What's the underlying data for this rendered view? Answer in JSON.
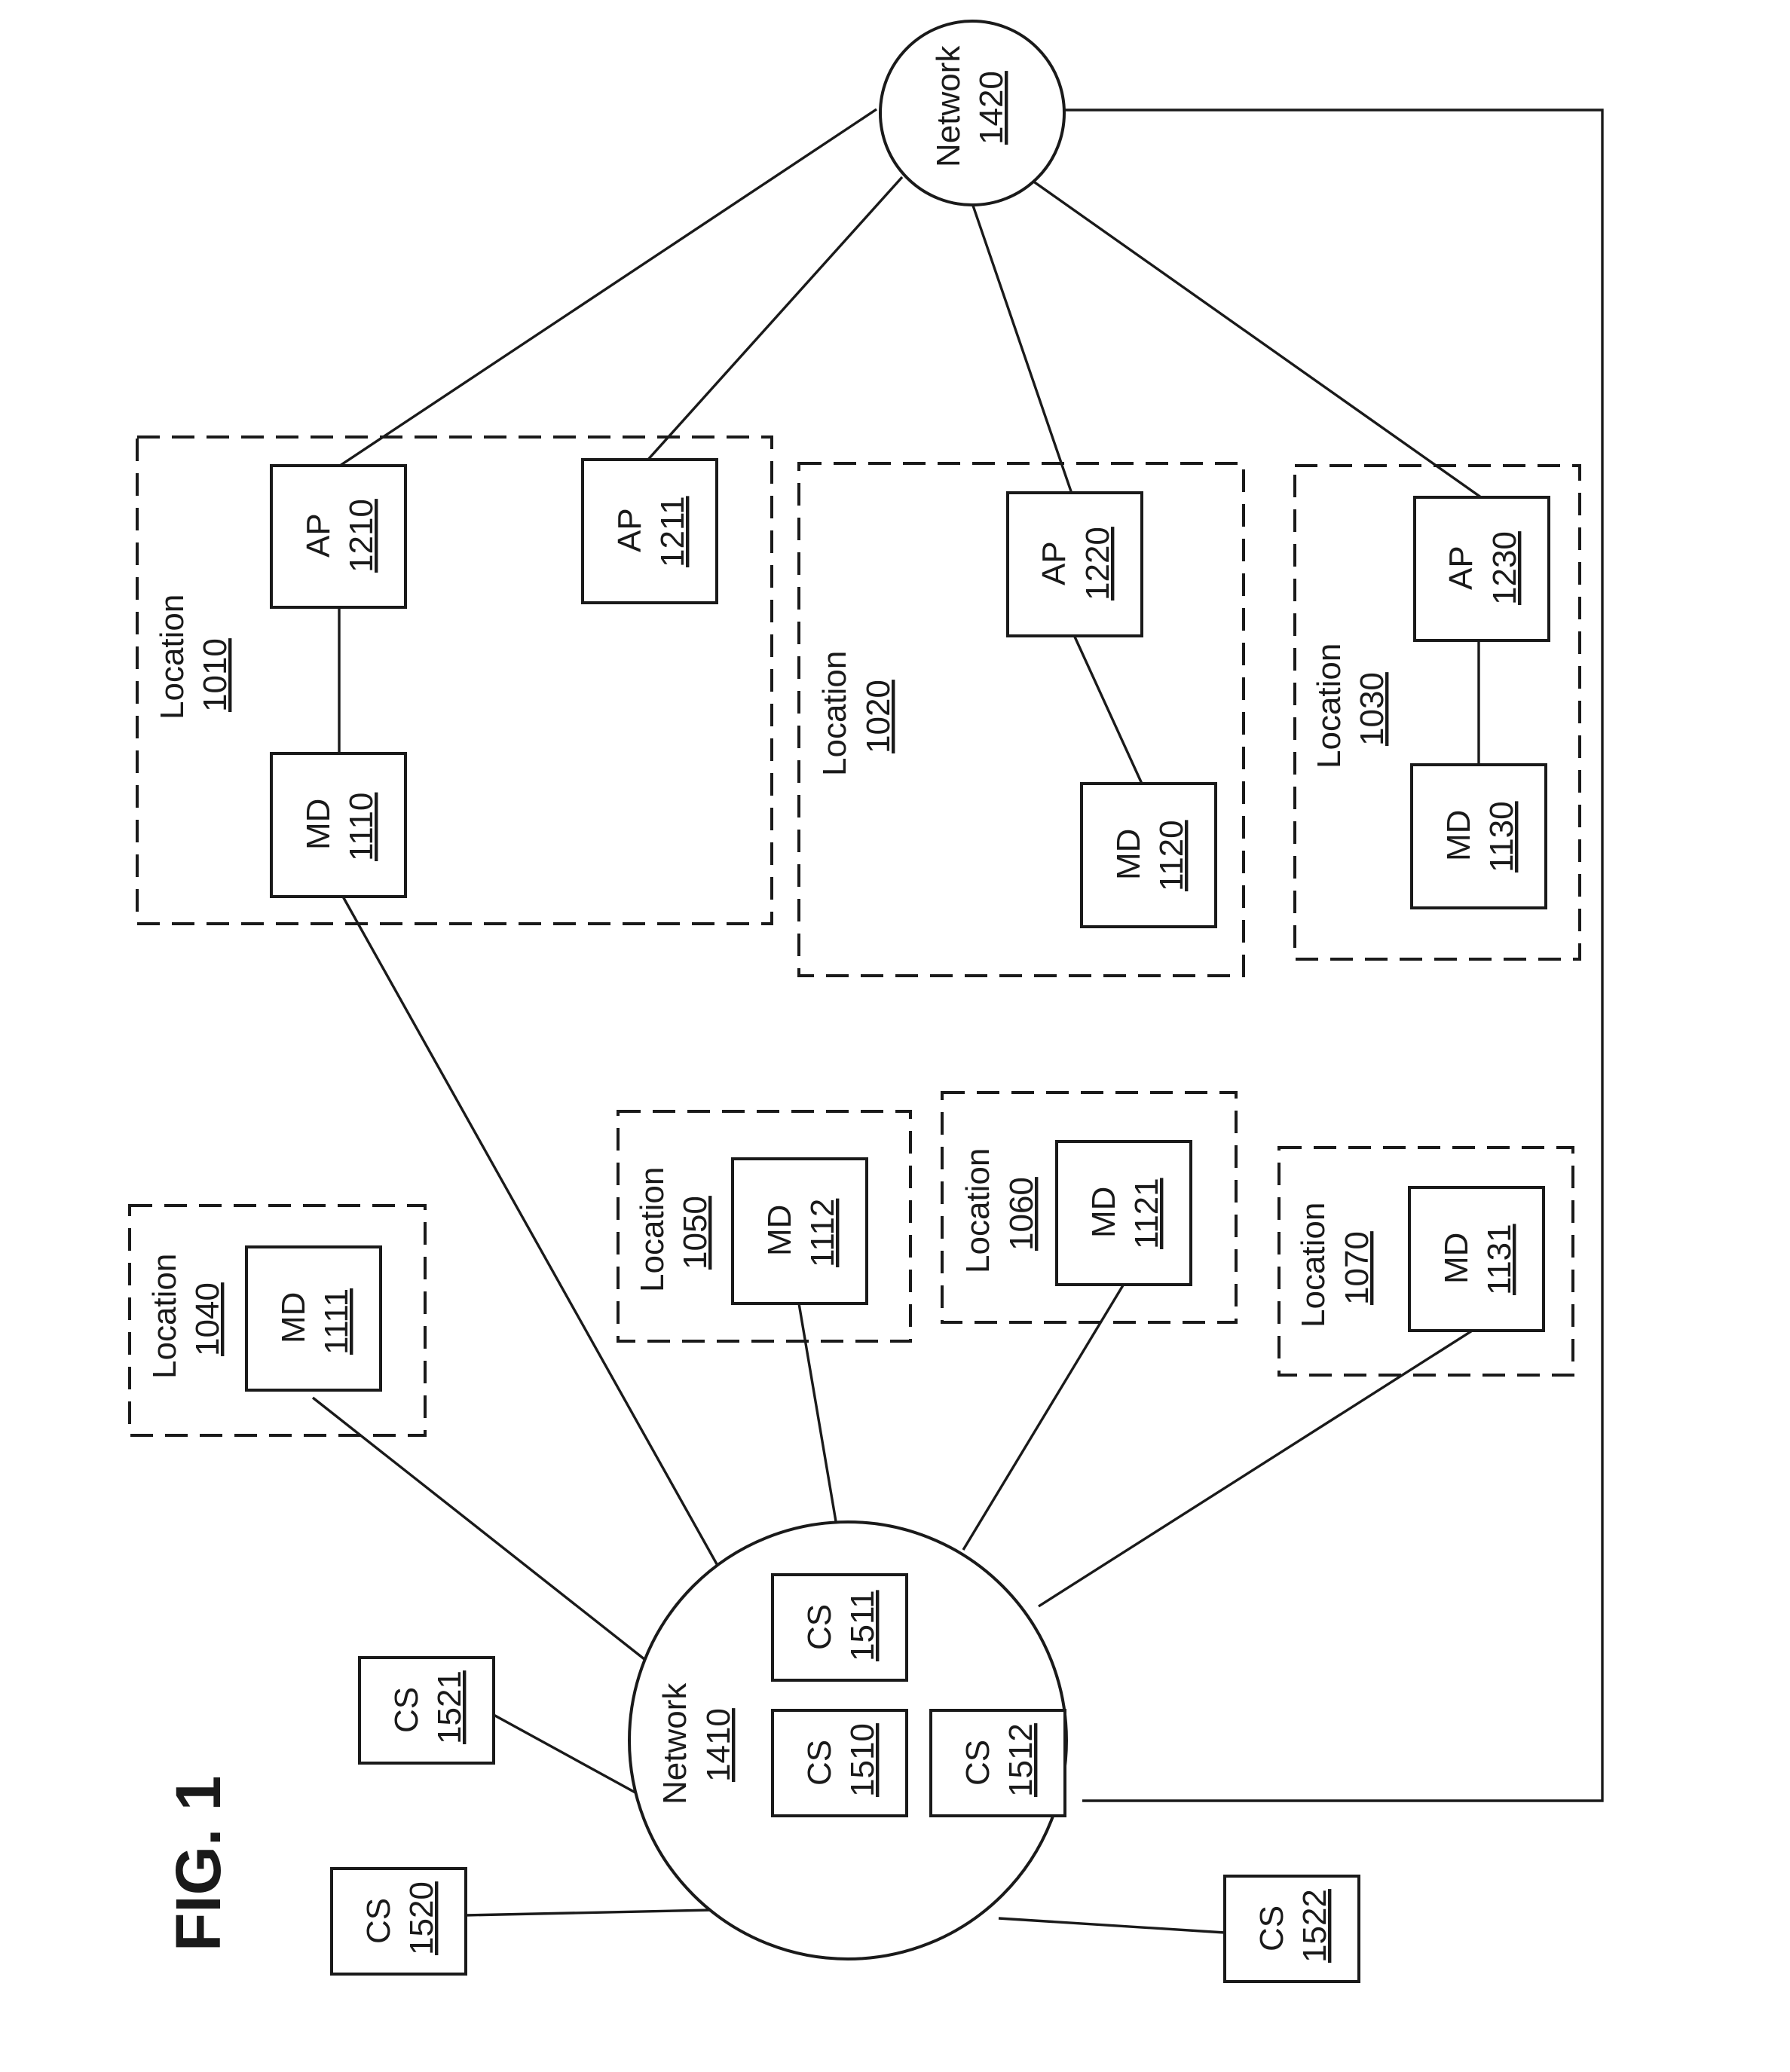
{
  "figure_label": "FIG. 1",
  "networks": [
    {
      "key": "n1410",
      "label": "Network",
      "number": "1410"
    },
    {
      "key": "n1420",
      "label": "Network",
      "number": "1420"
    }
  ],
  "locations": [
    {
      "key": "l1010",
      "label": "Location",
      "number": "1010"
    },
    {
      "key": "l1020",
      "label": "Location",
      "number": "1020"
    },
    {
      "key": "l1030",
      "label": "Location",
      "number": "1030"
    },
    {
      "key": "l1040",
      "label": "Location",
      "number": "1040"
    },
    {
      "key": "l1050",
      "label": "Location",
      "number": "1050"
    },
    {
      "key": "l1060",
      "label": "Location",
      "number": "1060"
    },
    {
      "key": "l1070",
      "label": "Location",
      "number": "1070"
    }
  ],
  "nodes": [
    {
      "key": "ap1210",
      "kind": "access-point",
      "label": "AP",
      "number": "1210"
    },
    {
      "key": "ap1211",
      "kind": "access-point",
      "label": "AP",
      "number": "1211"
    },
    {
      "key": "ap1220",
      "kind": "access-point",
      "label": "AP",
      "number": "1220"
    },
    {
      "key": "ap1230",
      "kind": "access-point",
      "label": "AP",
      "number": "1230"
    },
    {
      "key": "md1110",
      "kind": "mobile-device",
      "label": "MD",
      "number": "1110"
    },
    {
      "key": "md1120",
      "kind": "mobile-device",
      "label": "MD",
      "number": "1120"
    },
    {
      "key": "md1130",
      "kind": "mobile-device",
      "label": "MD",
      "number": "1130"
    },
    {
      "key": "md1111",
      "kind": "mobile-device",
      "label": "MD",
      "number": "1111"
    },
    {
      "key": "md1112",
      "kind": "mobile-device",
      "label": "MD",
      "number": "1112"
    },
    {
      "key": "md1121",
      "kind": "mobile-device",
      "label": "MD",
      "number": "1121"
    },
    {
      "key": "md1131",
      "kind": "mobile-device",
      "label": "MD",
      "number": "1131"
    },
    {
      "key": "cs1510",
      "kind": "computing-system",
      "label": "CS",
      "number": "1510"
    },
    {
      "key": "cs1511",
      "kind": "computing-system",
      "label": "CS",
      "number": "1511"
    },
    {
      "key": "cs1512",
      "kind": "computing-system",
      "label": "CS",
      "number": "1512"
    },
    {
      "key": "cs1520",
      "kind": "computing-system",
      "label": "CS",
      "number": "1520"
    },
    {
      "key": "cs1521",
      "kind": "computing-system",
      "label": "CS",
      "number": "1521"
    },
    {
      "key": "cs1522",
      "kind": "computing-system",
      "label": "CS",
      "number": "1522"
    }
  ],
  "connections": [
    {
      "from": "n1420",
      "to": "ap1210"
    },
    {
      "from": "n1420",
      "to": "ap1211"
    },
    {
      "from": "n1420",
      "to": "ap1220"
    },
    {
      "from": "n1420",
      "to": "ap1230"
    },
    {
      "from": "n1420",
      "to": "n1410"
    },
    {
      "from": "ap1210",
      "to": "md1110"
    },
    {
      "from": "ap1220",
      "to": "md1120"
    },
    {
      "from": "ap1230",
      "to": "md1130"
    },
    {
      "from": "md1110",
      "to": "n1410"
    },
    {
      "from": "md1111",
      "to": "n1410"
    },
    {
      "from": "md1112",
      "to": "n1410"
    },
    {
      "from": "md1121",
      "to": "n1410"
    },
    {
      "from": "md1131",
      "to": "n1410"
    },
    {
      "from": "cs1520",
      "to": "n1410"
    },
    {
      "from": "cs1521",
      "to": "n1410"
    },
    {
      "from": "cs1522",
      "to": "n1410"
    }
  ]
}
